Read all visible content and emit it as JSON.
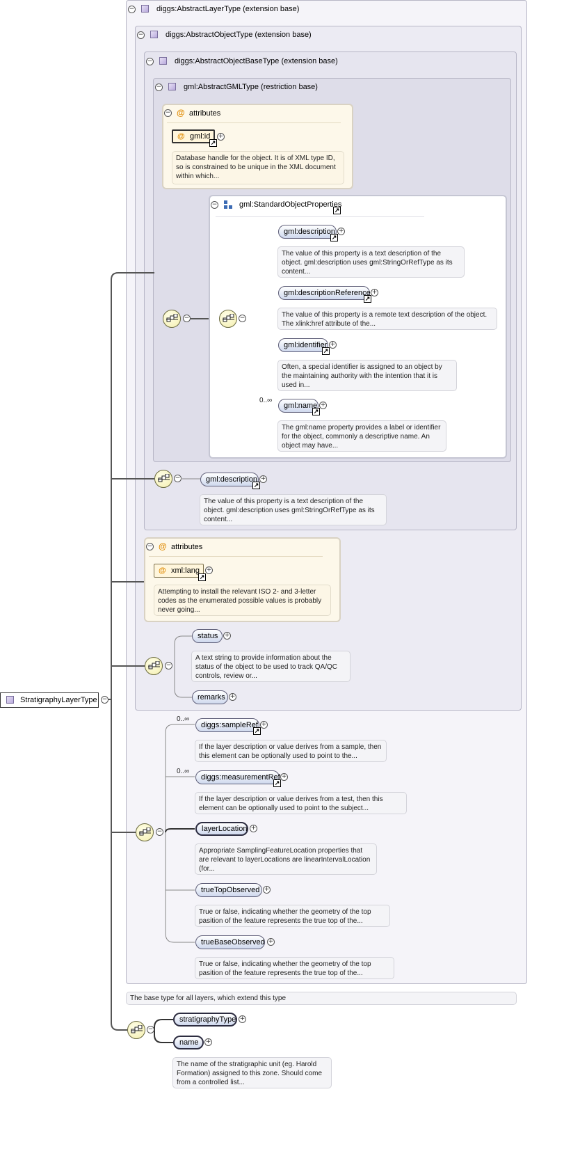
{
  "root": {
    "label": "StratigraphyLayerType"
  },
  "ext1": {
    "title": "diggs:AbstractLayerType (extension base)"
  },
  "ext2": {
    "title": "diggs:AbstractObjectType (extension base)"
  },
  "ext3": {
    "title": "diggs:AbstractObjectBaseType (extension base)"
  },
  "ext4": {
    "title": "gml:AbstractGMLType (restriction base)"
  },
  "attrs1": {
    "title": "attributes",
    "id_label": "gml:id",
    "id_doc": "Database handle for the object. It is of XML type ID, so is constrained to be unique in the XML document within which..."
  },
  "sop": {
    "title": "gml:StandardObjectProperties",
    "items": [
      {
        "label": "gml:description",
        "doc": "The value of this property is a text description of the object. gml:description uses gml:StringOrRefType as its content..."
      },
      {
        "label": "gml:descriptionReference",
        "doc": "The value of this property is a remote text description of the object. The xlink:href attribute of the..."
      },
      {
        "label": "gml:identifier",
        "doc": "Often, a special identifier is assigned to an object by the maintaining authority with the intention that it is used in..."
      },
      {
        "label": "gml:name",
        "doc": "The gml:name property provides a label or identifier for the object, commonly a descriptive name. An object may have...",
        "card": "0..∞"
      }
    ]
  },
  "desc2": {
    "label": "gml:description",
    "doc": "The value of this property is a text description of the object. gml:description uses gml:StringOrRefType as its content..."
  },
  "attrs2": {
    "title": "attributes",
    "lang_label": "xml:lang",
    "lang_doc": "Attempting to install the relevant ISO 2- and 3-letter codes as the enumerated possible values is probably never going..."
  },
  "status": {
    "label": "status",
    "doc": "A text string to provide information about the status of the object to be used to track QA/QC controls, review or..."
  },
  "remarks": {
    "label": "remarks"
  },
  "layer": {
    "sampleRef": {
      "label": "diggs:sampleRef",
      "card": "0..∞",
      "doc": "If the layer description or value derives from a sample, then this element can be optionally used to point to the..."
    },
    "measurementRef": {
      "label": "diggs:measurementRef",
      "card": "0..∞",
      "doc": "If the layer description or value derives from a test, then this element can be optionally used to point to the subject..."
    },
    "layerLocation": {
      "label": "layerLocation",
      "doc": "Appropriate SamplingFeatureLocation properties that are relevant to layerLocations are linearIntervalLocation (for..."
    },
    "trueTop": {
      "label": "trueTopObserved",
      "doc": "True or false, indicating whether the geometry of the top pasition of the feature represents the true top of the..."
    },
    "trueBase": {
      "label": "trueBaseObserved",
      "doc": "True or false, indicating whether the geometry of the top pasition of the feature represents the true top of the..."
    }
  },
  "baseDoc": "The base type for all layers, which extend this type",
  "strat": {
    "type": {
      "label": "stratigraphyType"
    },
    "name": {
      "label": "name",
      "doc": "The name of the stratigraphic unit (eg. Harold Formation) assigned to this zone. Should come from a controlled list..."
    }
  },
  "toggles": {
    "collapse": "−",
    "expand": "+",
    "link": "↗"
  }
}
